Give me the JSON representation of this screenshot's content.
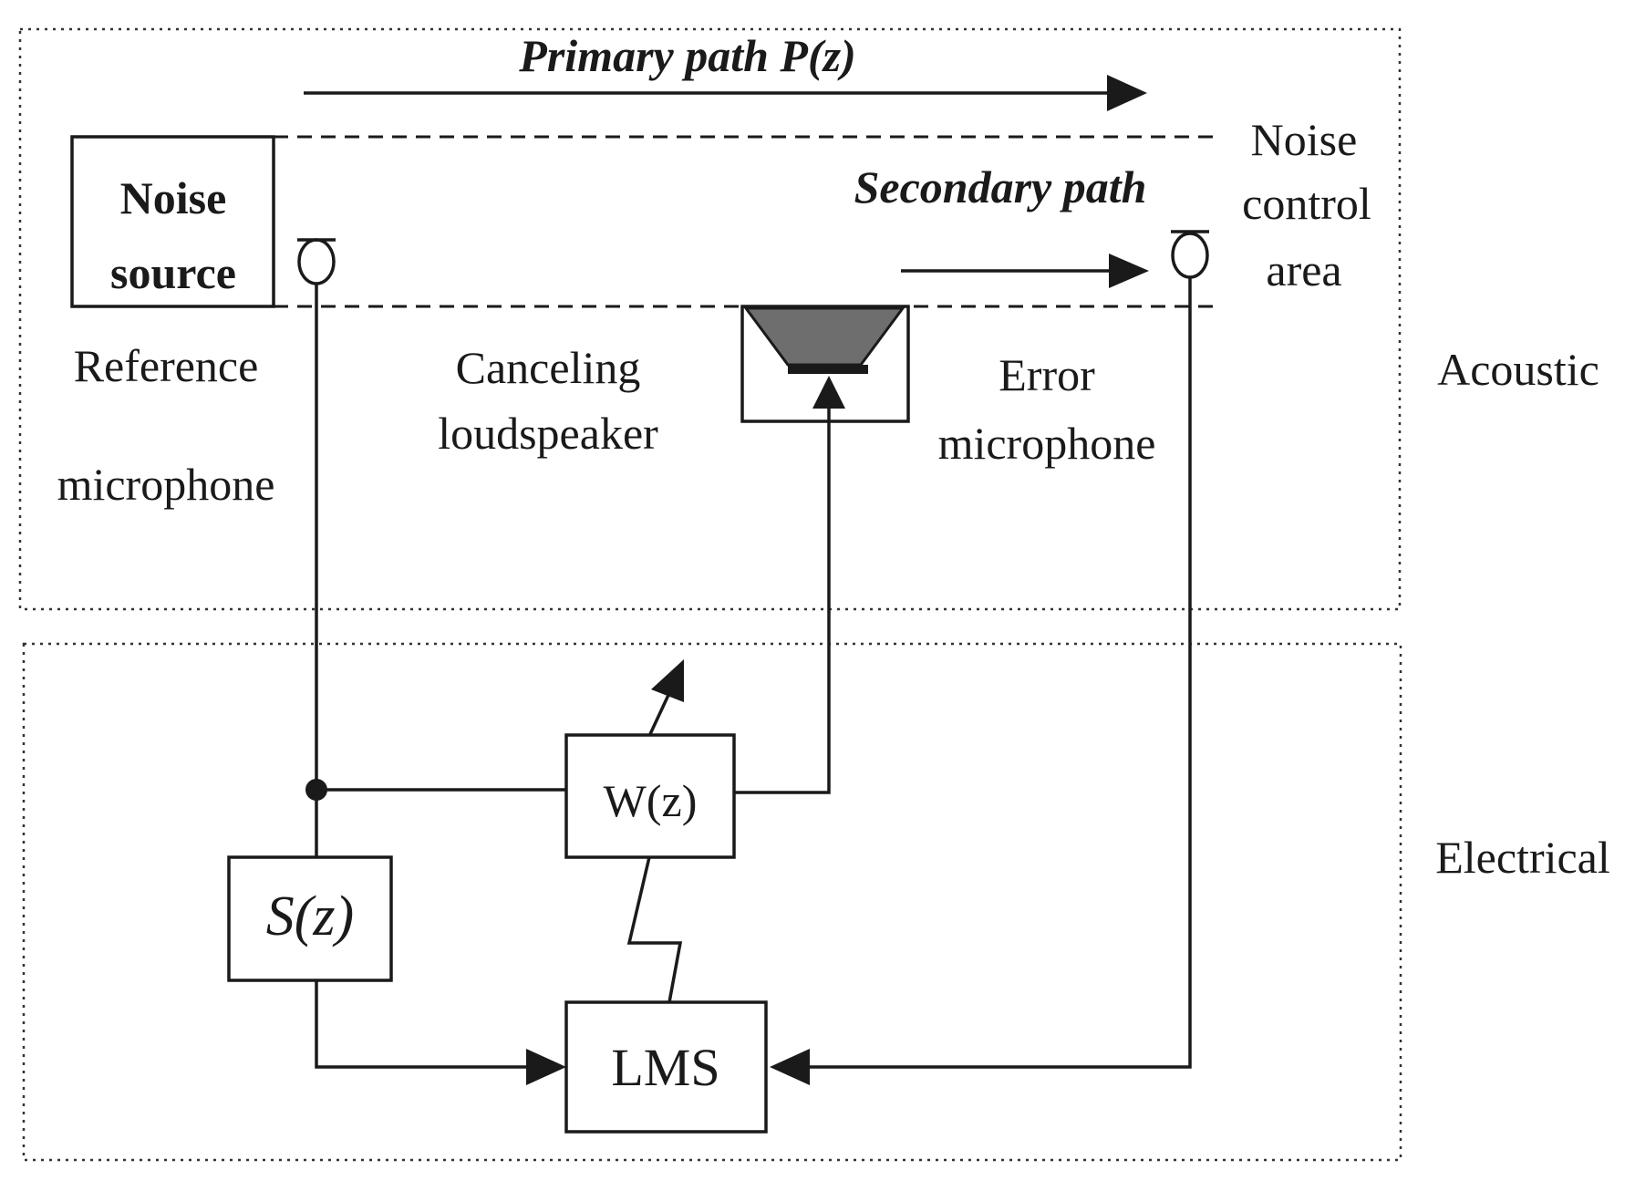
{
  "regions": {
    "acoustic": "Acoustic",
    "electrical": "Electrical"
  },
  "acoustic": {
    "primary_path": "Primary path P(z)",
    "secondary_path": "Secondary path",
    "noise_source_line1": "Noise",
    "noise_source_line2": "source",
    "noise_control_area_line1": "Noise",
    "noise_control_area_line2": "control",
    "noise_control_area_line3": "area",
    "reference_mic_line1": "Reference",
    "reference_mic_line2": "microphone",
    "canceling_speaker_line1": "Canceling",
    "canceling_speaker_line2": "loudspeaker",
    "error_mic_line1": "Error",
    "error_mic_line2": "microphone"
  },
  "electrical": {
    "w_block": "W(z)",
    "s_block": "S(z)",
    "lms_block": "LMS"
  },
  "colors": {
    "line": "#1a1a1a",
    "speaker_fill": "#6e6e6e",
    "background": "#ffffff"
  }
}
